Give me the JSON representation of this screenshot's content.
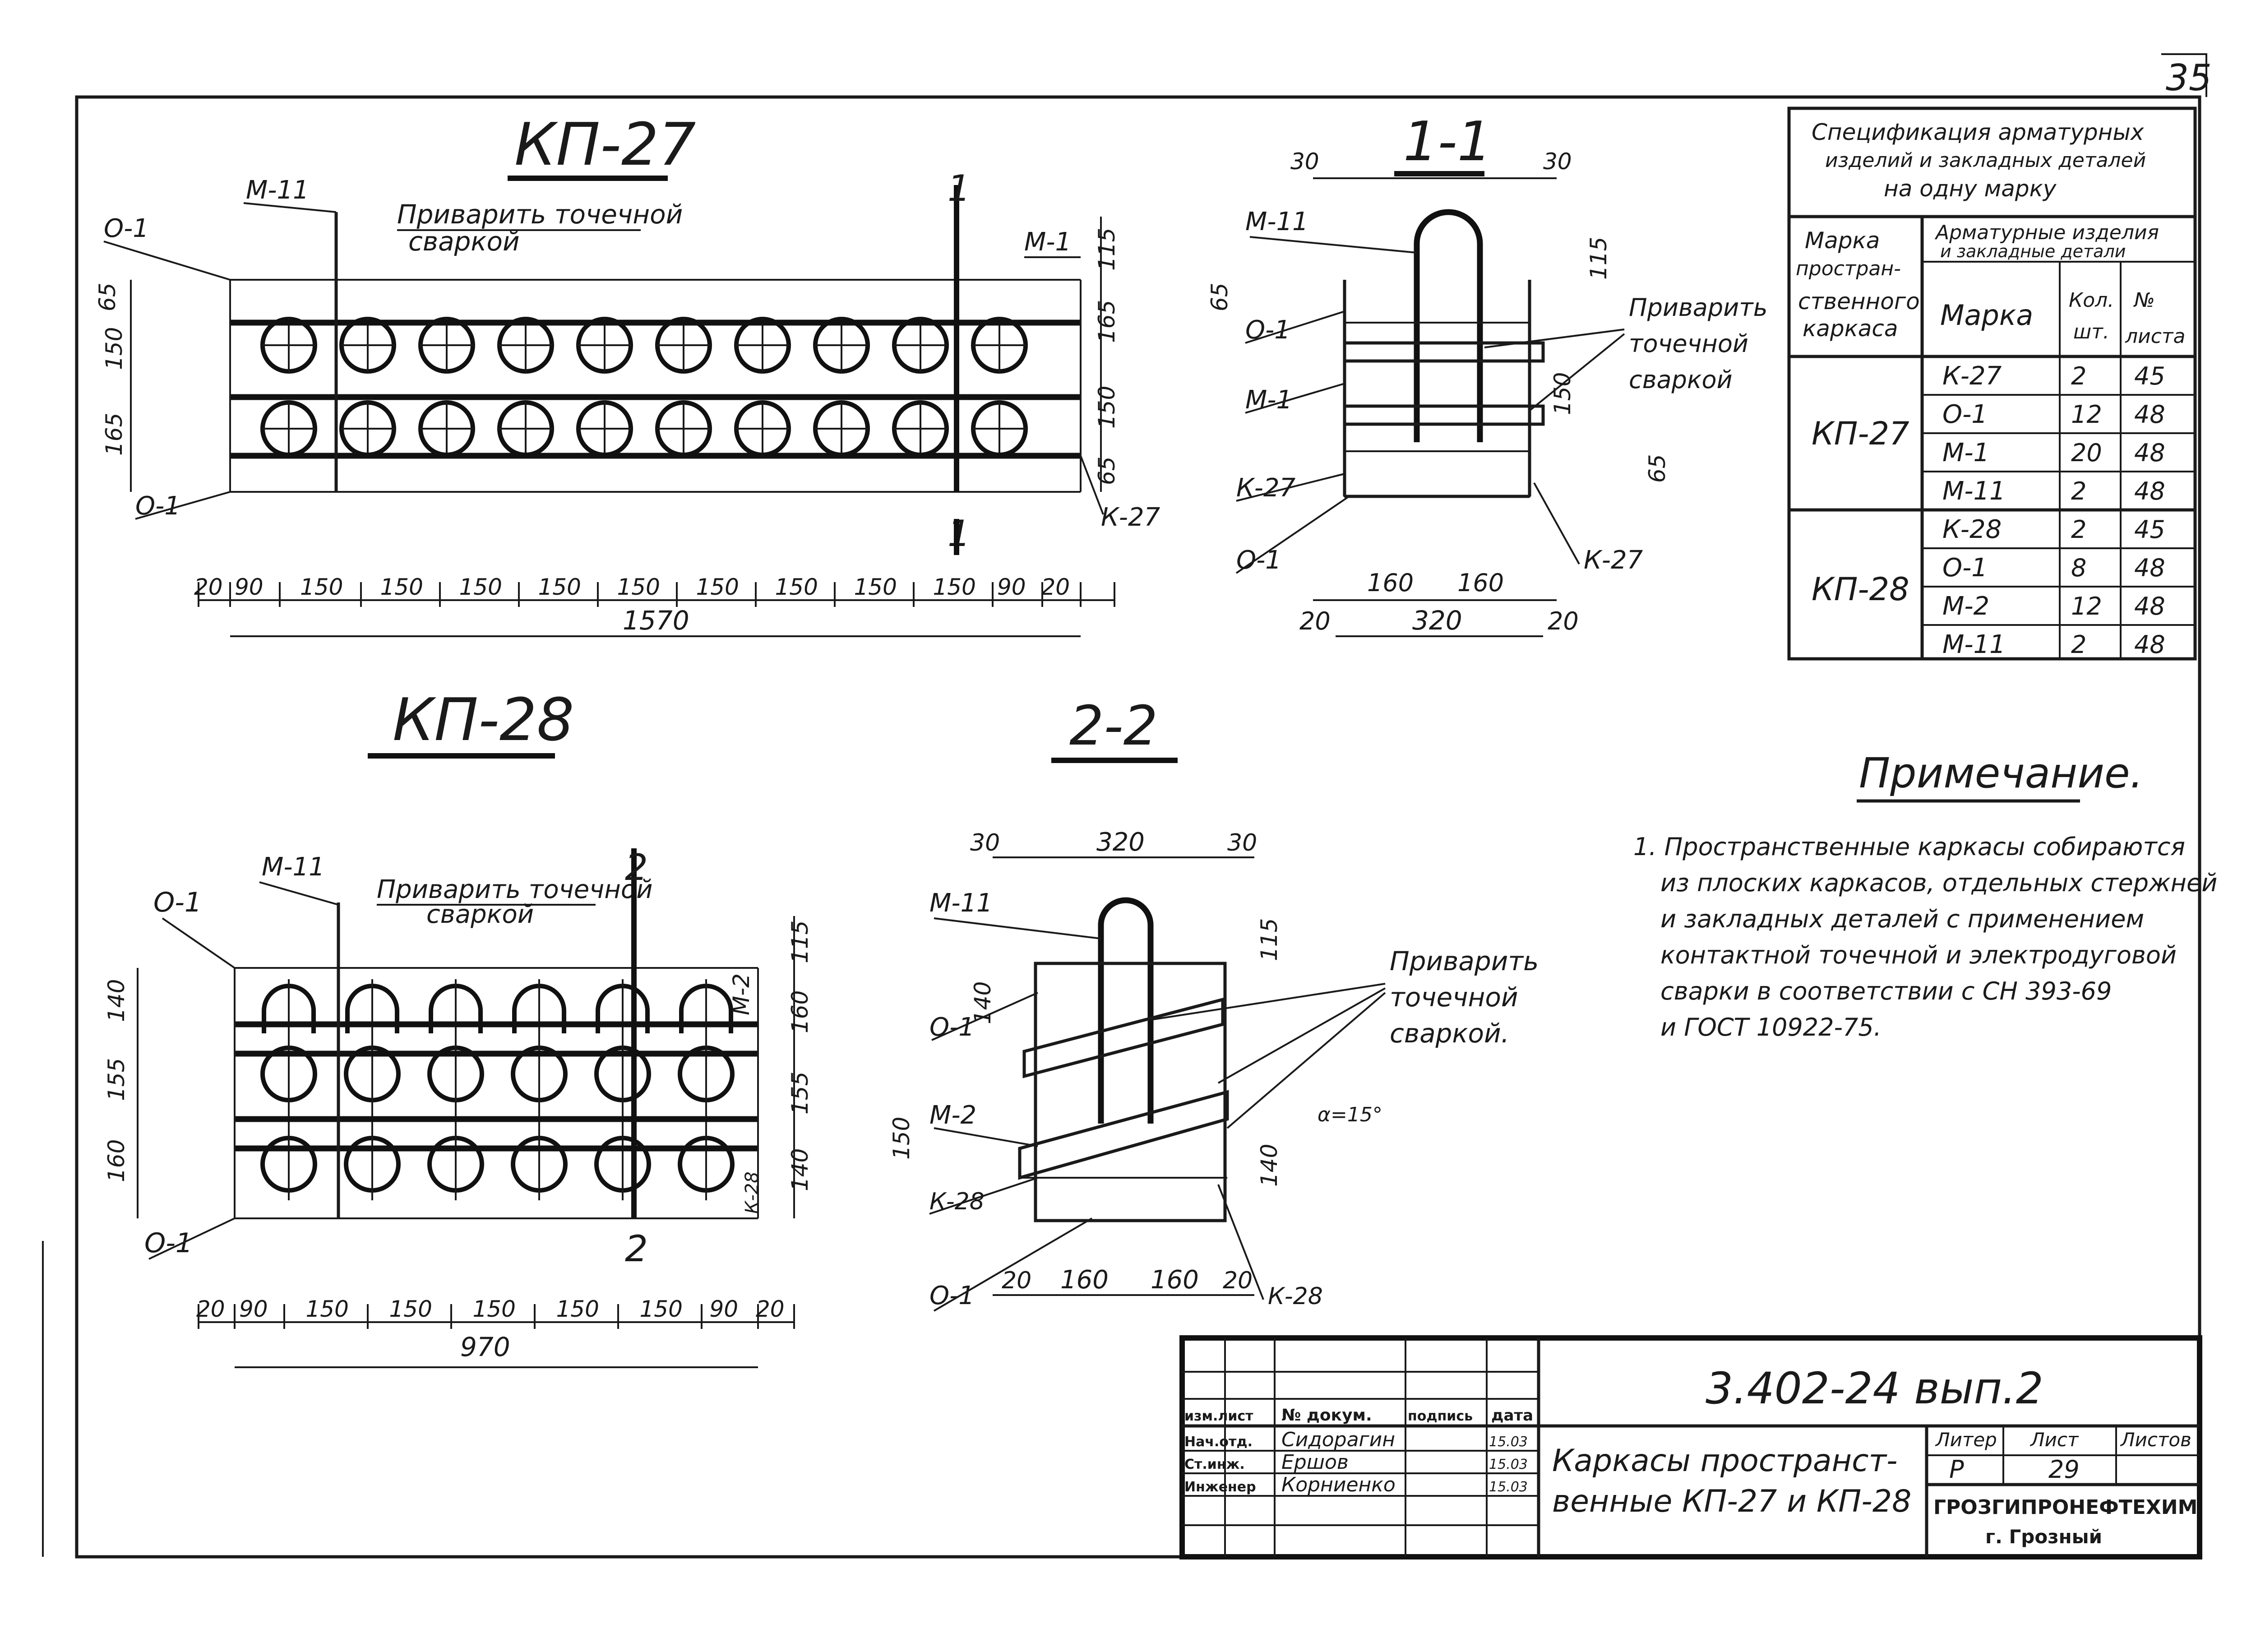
{
  "sheet": {
    "page_number": "35",
    "drawing_code": "3.402-24 вып.2",
    "title_line1": "Каркасы пространст-",
    "title_line2": "венные КП-27 и КП-28",
    "stage_label": "Литер",
    "sheet_label": "Лист",
    "sheets_label": "Листов",
    "stage": "Р",
    "sheet": "29",
    "organization": "ГРОЗГИПРОНЕФТЕХИМ",
    "city": "г. Грозный"
  },
  "stamp": {
    "headers": [
      "изм.лист",
      "№ докум.",
      "подпись",
      "дата"
    ],
    "rows": [
      {
        "role": "Нач.отд.",
        "name": "Сидорагин",
        "date": "15.03"
      },
      {
        "role": "Ст.инж.",
        "name": "Ершов",
        "date": "15.03"
      },
      {
        "role": "Инженер",
        "name": "Корниенко",
        "date": "15.03"
      }
    ]
  },
  "views": {
    "kp27": {
      "title": "КП-27",
      "weld_note": [
        "Приварить точечной",
        "сваркой"
      ],
      "labels": [
        "М-11",
        "О-1",
        "О-1",
        "М-1",
        "К-27"
      ],
      "section_mark": "1",
      "dims_bottom": [
        "20",
        "90",
        "150",
        "150",
        "150",
        "150",
        "150",
        "150",
        "150",
        "150",
        "150",
        "90",
        "20"
      ],
      "total": "1570",
      "dims_left": [
        "65",
        "150",
        "165"
      ],
      "dims_right": [
        "115",
        "165",
        "150",
        "65"
      ]
    },
    "s11": {
      "title": "1-1",
      "labels": [
        "М-11",
        "О-1",
        "М-1",
        "К-27",
        "О-1",
        "К-27"
      ],
      "weld_note": [
        "Приварить",
        "точечной",
        "сваркой"
      ],
      "dims_top": [
        "30",
        "30"
      ],
      "dims_bottom": [
        "20",
        "160",
        "160",
        "20"
      ],
      "total": "320",
      "dims_side": [
        "65",
        "115",
        "150",
        "65"
      ]
    },
    "kp28": {
      "title": "КП-28",
      "weld_note": [
        "Приварить точечной",
        "сваркой"
      ],
      "labels": [
        "М-11",
        "О-1",
        "О-1",
        "М-2",
        "К-28"
      ],
      "section_mark": "2",
      "dims_bottom": [
        "20",
        "90",
        "150",
        "150",
        "150",
        "150",
        "150",
        "90",
        "20"
      ],
      "total": "970",
      "dims_left": [
        "140",
        "155",
        "160"
      ],
      "dims_right": [
        "115",
        "160",
        "155",
        "140"
      ]
    },
    "s22": {
      "title": "2-2",
      "labels": [
        "М-11",
        "О-1",
        "М-2",
        "К-28",
        "О-1",
        "К-28"
      ],
      "weld_note": [
        "Приварить",
        "точечной",
        "сваркой."
      ],
      "dims_top": [
        "30",
        "320",
        "30"
      ],
      "dims_bottom": [
        "20",
        "160",
        "160",
        "20"
      ],
      "dims_side": [
        "115",
        "140",
        "150",
        "140"
      ],
      "angle": "α=15°"
    }
  },
  "spec": {
    "title": [
      "Спецификация арматурных",
      "изделий и закладных деталей",
      "на одну марку"
    ],
    "col_mark": [
      "Марка",
      "простран-",
      "ственного",
      "каркаса"
    ],
    "col_group": [
      "Арматурные изделия",
      "и закладные детали"
    ],
    "col_item": "Марка",
    "col_qty": [
      "Кол.",
      "шт."
    ],
    "col_sheet": [
      "№",
      "листа"
    ],
    "groups": [
      {
        "frame": "КП-27",
        "rows": [
          [
            "К-27",
            "2",
            "45"
          ],
          [
            "О-1",
            "12",
            "48"
          ],
          [
            "М-1",
            "20",
            "48"
          ],
          [
            "М-11",
            "2",
            "48"
          ]
        ]
      },
      {
        "frame": "КП-28",
        "rows": [
          [
            "К-28",
            "2",
            "45"
          ],
          [
            "О-1",
            "8",
            "48"
          ],
          [
            "М-2",
            "12",
            "48"
          ],
          [
            "М-11",
            "2",
            "48"
          ]
        ]
      }
    ]
  },
  "note": {
    "heading": "Примечание.",
    "lines": [
      "1. Пространственные каркасы собираются",
      "из плоских каркасов, отдельных стержней",
      "и закладных деталей с применением",
      "контактной точечной и электродуговой",
      "сварки в соответствии с СН 393-69",
      "и ГОСТ 10922-75."
    ]
  }
}
